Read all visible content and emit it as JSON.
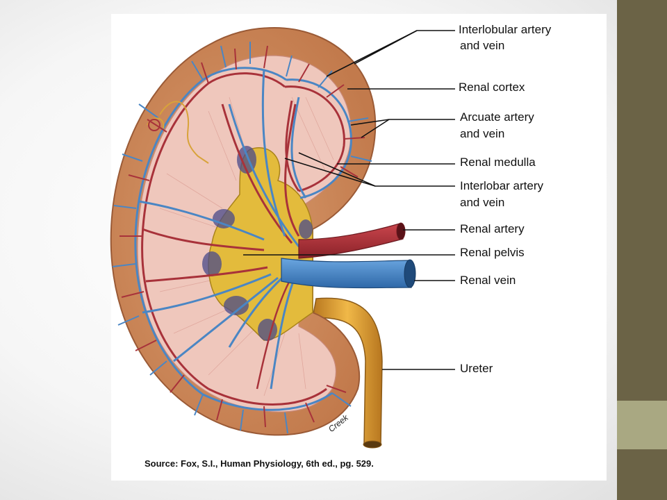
{
  "labels": {
    "interlobular_l1": "Interlobular artery",
    "interlobular_l2": "and vein",
    "cortex": "Renal cortex",
    "arcuate_l1": "Arcuate artery",
    "arcuate_l2": "and vein",
    "medulla": "Renal medulla",
    "interlobar_l1": "Interlobar artery",
    "interlobar_l2": "and vein",
    "artery": "Renal artery",
    "pelvis": "Renal pelvis",
    "vein": "Renal vein",
    "ureter": "Ureter"
  },
  "signature": "Creek",
  "source": "Source: Fox, S.I., Human Physiology, 6th ed., pg. 529.",
  "colors": {
    "cortex": "#c8885a",
    "medulla": "#f0c9c0",
    "pelvis": "#e0b83a",
    "artery": "#a8323a",
    "vein": "#4a86c4",
    "ureter": "#d9982f",
    "sidebar_dark": "#6b6346",
    "sidebar_light": "#a9a882"
  }
}
